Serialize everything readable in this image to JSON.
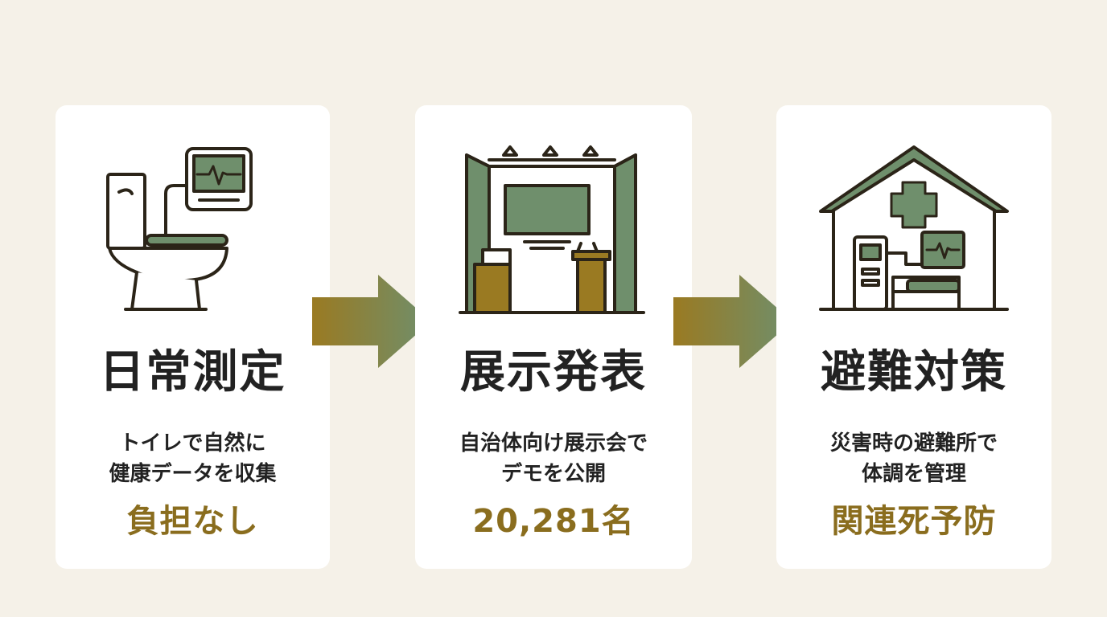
{
  "colors": {
    "background": "#f5f1e8",
    "card": "#ffffff",
    "green": "#6f8f6c",
    "gold": "#9a7a22",
    "ink": "#2b2418",
    "accent_text": "#8a6d1e"
  },
  "steps": [
    {
      "icon": "toilet-monitor-icon",
      "title": "日常測定",
      "desc_lines": [
        "トイレで自然に",
        "健康データを収集"
      ],
      "highlight": "負担なし"
    },
    {
      "icon": "exhibition-booth-icon",
      "title": "展示発表",
      "desc_lines": [
        "自治体向け展示会で",
        "デモを公開"
      ],
      "highlight": "20,281名"
    },
    {
      "icon": "shelter-medical-icon",
      "title": "避難対策",
      "desc_lines": [
        "災害時の避難所で",
        "体調を管理"
      ],
      "highlight": "関連死予防"
    }
  ],
  "arrows": [
    "arrow-right-icon",
    "arrow-right-icon"
  ]
}
